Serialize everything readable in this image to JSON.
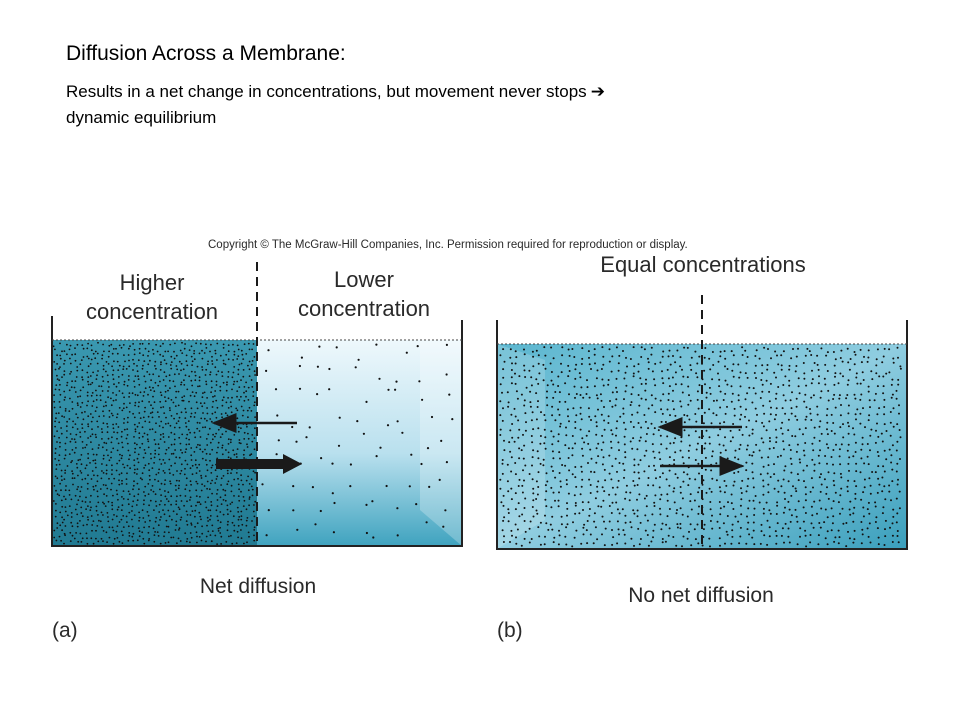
{
  "slide": {
    "title": "Diffusion Across a Membrane:",
    "subtitle": "Results in a net change in concentrations, but movement never stops",
    "subtitle_end": "dynamic equilibrium",
    "arrow_glyph": "➔"
  },
  "figure": {
    "copyright": "Copyright © The McGraw-Hill Companies, Inc. Permission required for reproduction or display.",
    "panel_a": {
      "label_left_line1": "Higher",
      "label_left_line2": "concentration",
      "label_right_line1": "Lower",
      "label_right_line2": "concentration",
      "caption": "Net diffusion",
      "letter": "(a)"
    },
    "panel_b": {
      "label_top": "Equal concentrations",
      "caption": "No net diffusion",
      "letter": "(b)"
    },
    "colors": {
      "water_dark": "#2d8ea6",
      "water_light": "#dff0f8",
      "dots": "#111111"
    }
  }
}
